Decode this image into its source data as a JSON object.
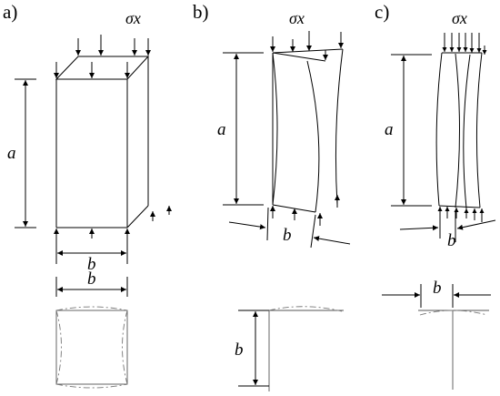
{
  "panels": [
    {
      "id": "a",
      "label": "a)",
      "stress": "σx",
      "height_label": "a",
      "width_label": "b",
      "section_label": "b"
    },
    {
      "id": "b",
      "label": "b)",
      "stress": "σx",
      "height_label": "a",
      "width_label": "b",
      "section_label": "b"
    },
    {
      "id": "c",
      "label": "c)",
      "stress": "σx",
      "height_label": "a",
      "width_label": "b",
      "section_label": "b"
    }
  ]
}
